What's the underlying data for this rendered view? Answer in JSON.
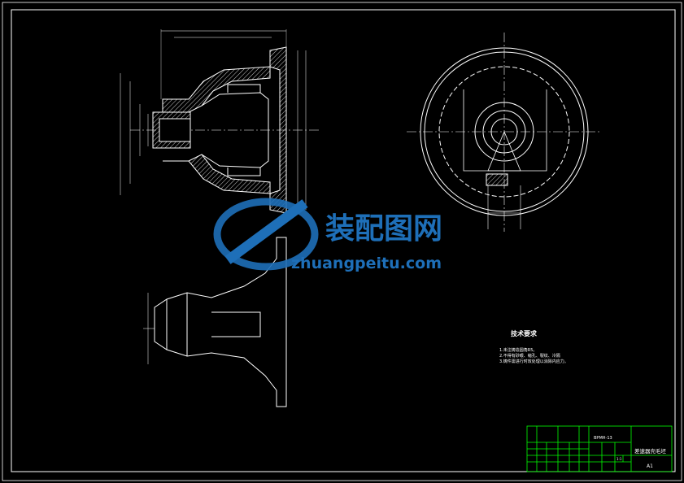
{
  "watermark": {
    "brand_cn": "装配图网",
    "brand_url": "zhuangpeitu.com"
  },
  "technical_requirements": {
    "title": "技术要求",
    "lines": [
      "1.未注铸造圆角R5。",
      "2.不得有砂眼、缩孔、裂纹、冷隔",
      "3.铸件需进行时效处理以消除内应力。"
    ]
  },
  "title_block": {
    "drawing_number": "BPMH-13",
    "part_name": "差速器壳毛坯",
    "sheet_size": "A1",
    "scale": "1:1"
  },
  "colors": {
    "background": "#000000",
    "line": "#ffffff",
    "title_block": "#00ff00",
    "hatch": "#ffffff",
    "watermark": "#1e6fb8"
  }
}
